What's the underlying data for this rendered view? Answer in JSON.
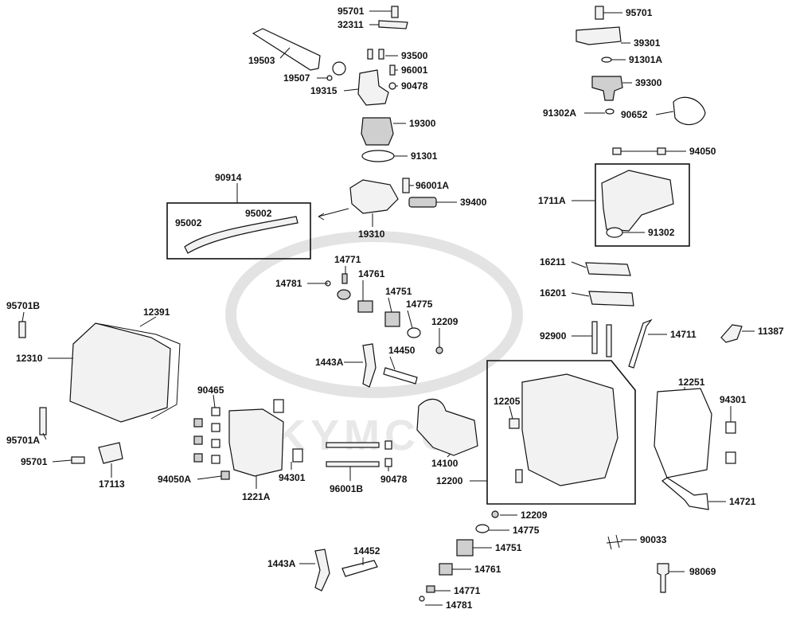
{
  "watermark": {
    "brand": "KYMCO"
  },
  "assemblies": [
    {
      "label": "90914",
      "contains": [
        "95002"
      ]
    },
    {
      "label": "1711A",
      "contains": [
        "91302"
      ]
    },
    {
      "label": "12200",
      "contains": [
        "12205"
      ]
    }
  ],
  "labels": {
    "p95701_a": "95701",
    "p32311": "32311",
    "p19503": "19503",
    "p93500": "93500",
    "p19507": "19507",
    "p96001": "96001",
    "p19315": "19315",
    "p90478_a": "90478",
    "p19300": "19300",
    "p91301": "91301",
    "p90914": "90914",
    "p96001A": "96001A",
    "p95002_a": "95002",
    "p95002_b": "95002",
    "p39400": "39400",
    "p19310": "19310",
    "p95701_b": "95701",
    "p39301": "39301",
    "p91301A": "91301A",
    "p39300": "39300",
    "p91302A": "91302A",
    "p90652": "90652",
    "p94050": "94050",
    "p1711A": "1711A",
    "p91302": "91302",
    "p16211": "16211",
    "p16201": "16201",
    "p92900": "92900",
    "p14711": "14711",
    "p11387": "11387",
    "p14771_a": "14771",
    "p14761_a": "14761",
    "p14781_a": "14781",
    "p14751_a": "14751",
    "p14775_a": "14775",
    "p12209_a": "12209",
    "p1443A_a": "1443A",
    "p14450": "14450",
    "p95701B": "95701B",
    "p12391": "12391",
    "p12310": "12310",
    "p95701A": "95701A",
    "p95701_c": "95701",
    "p17113": "17113",
    "p90465": "90465",
    "p94050A": "94050A",
    "p94301_a": "94301",
    "p1221A": "1221A",
    "p96001B": "96001B",
    "p90478_b": "90478",
    "p14100": "14100",
    "p12205": "12205",
    "p12200": "12200",
    "p12251": "12251",
    "p94301_b": "94301",
    "p14721": "14721",
    "p12209_b": "12209",
    "p14775_b": "14775",
    "p14751_b": "14751",
    "p14761_b": "14761",
    "p14771_b": "14771",
    "p14781_b": "14781",
    "p90033": "90033",
    "p98069": "98069",
    "p1443A_b": "1443A",
    "p14452": "14452"
  }
}
